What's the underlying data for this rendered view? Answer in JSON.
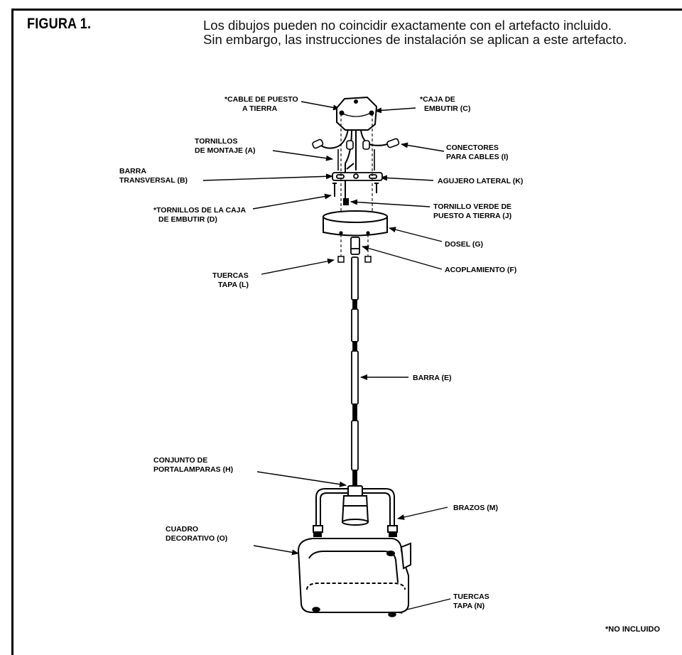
{
  "figure": {
    "title": "FIGURA 1.",
    "intro_line1": "Los dibujos pueden no coincidir exactamente con el artefacto incluido.",
    "intro_line2": "Sin embargo, las instrucciones de instalación se aplican a este artefacto."
  },
  "labels": {
    "cable_tierra": [
      "*CABLE DE PUESTO",
      "A TIERRA"
    ],
    "caja": [
      "*CAJA DE",
      "EMBUTIR (C)"
    ],
    "tornillos_montaje": [
      "TORNILLOS",
      "DE MONTAJE (A)"
    ],
    "conectores": [
      "CONECTORES",
      "PARA CABLES (I)"
    ],
    "barra_transversal": [
      "BARRA",
      "TRANSVERSAL (B)"
    ],
    "agujero": [
      "AGUJERO LATERAL (K)"
    ],
    "tornillos_caja": [
      "*TORNILLOS DE LA CAJA",
      "DE EMBUTIR (D)"
    ],
    "tornillo_verde": [
      "TORNILLO VERDE DE",
      "PUESTO A TIERRA (J)"
    ],
    "dosel": [
      "DOSEL (G)"
    ],
    "tuercas_l": [
      "TUERCAS",
      "TAPA (L)"
    ],
    "acoplamiento": [
      "ACOPLAMIENTO (F)"
    ],
    "barra_e": [
      "BARRA (E)"
    ],
    "portalamparas": [
      "CONJUNTO DE",
      "PORTALAMPARAS (H)"
    ],
    "brazos": [
      "BRAZOS (M)"
    ],
    "cuadro": [
      "CUADRO",
      "DECORATIVO (O)"
    ],
    "tuercas_n": [
      "TUERCAS",
      "TAPA (N)"
    ]
  },
  "footnote": "*NO INCLUIDO"
}
